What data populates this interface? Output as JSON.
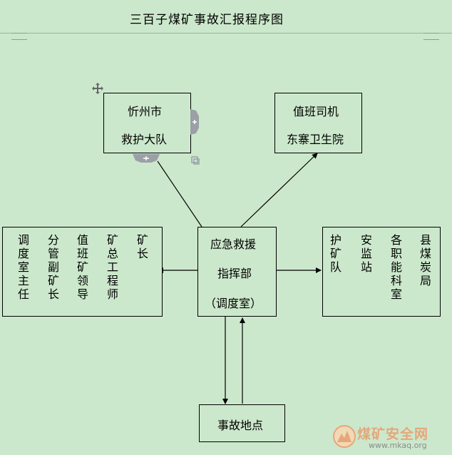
{
  "document": {
    "title": "三百子煤矿事故汇报程序图"
  },
  "nodes": {
    "xinzhou": {
      "line1": "忻州市",
      "line2": "救护大队"
    },
    "duty": {
      "line1": "值班司机",
      "line2": "东寨卫生院"
    },
    "command": {
      "line1": "应急救援",
      "line2": "指挥部",
      "line3": "（调度室）"
    },
    "accident": {
      "label": "事故地点"
    },
    "mine_staff": {
      "columns": [
        "调度室主任",
        "分管副矿长",
        "值班矿领导",
        "矿总工程师",
        "矿长"
      ]
    },
    "agencies": {
      "columns": [
        "护矿队",
        "安监站",
        "各职能科室",
        "县煤炭局"
      ]
    }
  },
  "watermark": {
    "name": "煤矿安全网",
    "url": "www.mkaq.org"
  }
}
